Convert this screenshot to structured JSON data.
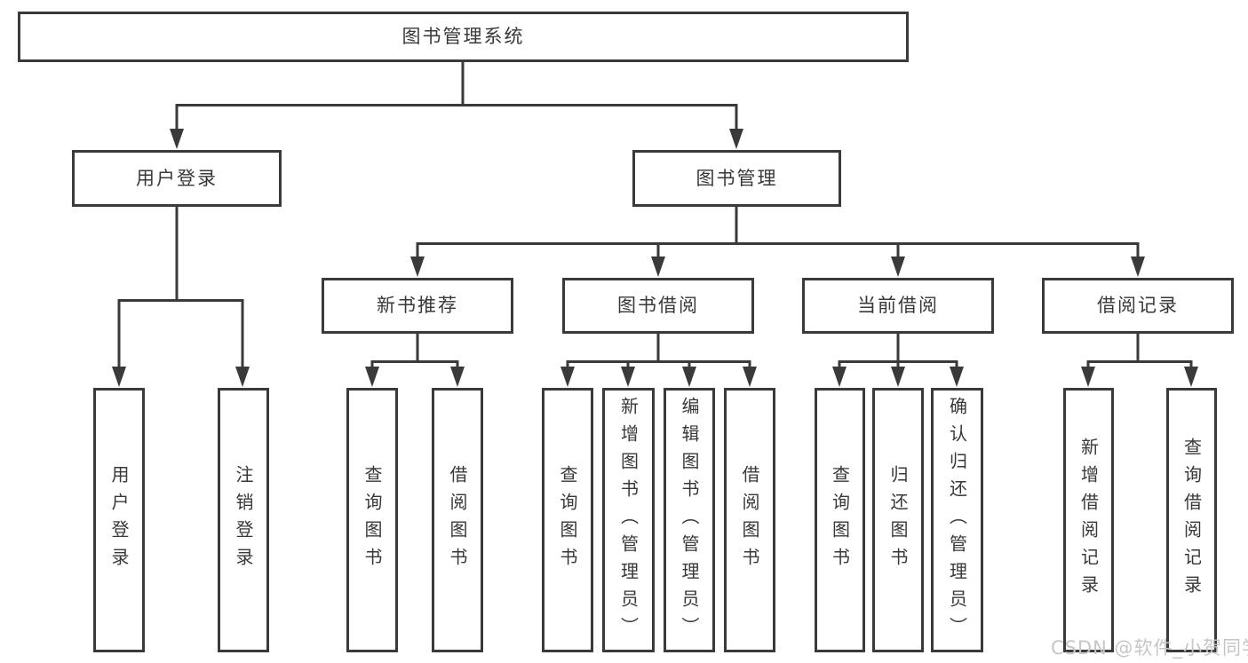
{
  "title": "图书管理系统",
  "colors": {
    "line": "#3a3a3a",
    "box_border": "#3a3a3a",
    "text": "#383838",
    "background": "#ffffff",
    "watermark": "#c6c6c6"
  },
  "nodes": {
    "root": "图书管理系统",
    "level2": {
      "user_login": "用户登录",
      "book_management": "图书管理"
    },
    "level3": {
      "new_book_recommend": "新书推荐",
      "book_borrowing": "图书借阅",
      "current_borrowing": "当前借阅",
      "borrowing_records": "借阅记录"
    },
    "leaves": {
      "user_login_leaf": "用户登录",
      "logout": "注销登录",
      "recommend_query_books": "查询图书",
      "recommend_borrow_books": "借阅图书",
      "borrowing_query_books": "查询图书",
      "borrowing_add_books": "新增图书（管理员）",
      "borrowing_edit_books": "编辑图书（管理员）",
      "borrowing_borrow_books": "借阅图书",
      "current_query_books": "查询图书",
      "current_return_books": "归还图书",
      "current_confirm_return": "确认归还（管理员）",
      "records_add_record": "新增借阅记录",
      "records_query_record": "查询借阅记录"
    }
  },
  "watermark": "CSDN @软件_小贺同学"
}
